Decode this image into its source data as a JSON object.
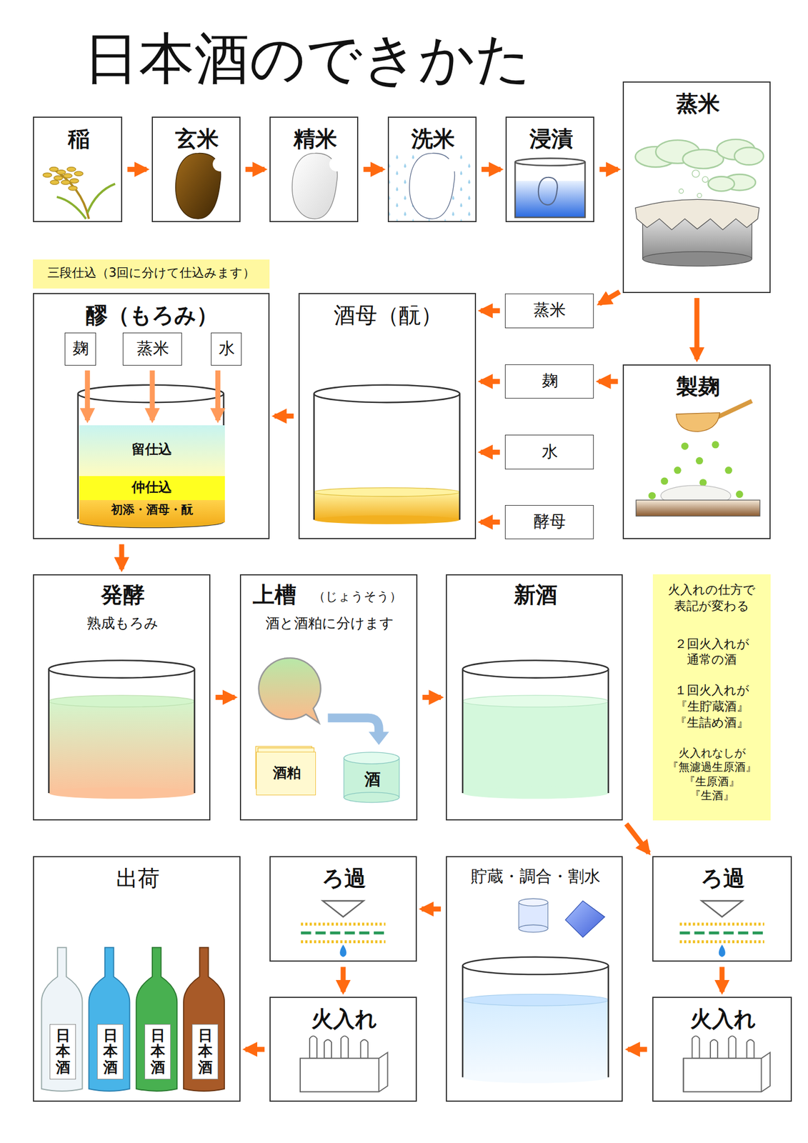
{
  "diagram": {
    "title": "日本酒のできかた",
    "nodes": [
      {
        "text": [
          "稲"
        ]
      },
      {
        "text": [
          "玄米"
        ]
      },
      {
        "text": [
          "精米"
        ]
      },
      {
        "text": [
          "洗米"
        ]
      },
      {
        "text": [
          "浸漬"
        ]
      },
      {
        "text": [
          "蒸米"
        ]
      },
      {
        "text": [
          "三段仕込（3回に分けて仕込みます）"
        ]
      },
      {
        "text": [
          "醪（もろみ）"
        ]
      },
      {
        "text": [
          "麹"
        ],
        "in": 7
      },
      {
        "text": [
          "蒸米"
        ],
        "in": 7
      },
      {
        "text": [
          "水"
        ],
        "in": 7
      },
      {
        "text": [
          "留仕込"
        ],
        "in": 7
      },
      {
        "text": [
          "仲仕込"
        ],
        "in": 7
      },
      {
        "text": [
          "初添・酒母・酛"
        ],
        "in": 7
      },
      {
        "text": [
          "酒母（酛）"
        ]
      },
      {
        "text": [
          "蒸米"
        ]
      },
      {
        "text": [
          "麹"
        ]
      },
      {
        "text": [
          "水"
        ]
      },
      {
        "text": [
          "酵母"
        ]
      },
      {
        "text": [
          "製麹"
        ]
      },
      {
        "text": [
          "発酵",
          "熟成もろみ"
        ]
      },
      {
        "text": [
          "上槽",
          "（じょうそう）",
          "酒と酒粕に分けます"
        ]
      },
      {
        "text": [
          "酒粕"
        ],
        "in": 21
      },
      {
        "text": [
          "酒"
        ],
        "in": 21
      },
      {
        "text": [
          "新酒"
        ]
      },
      {
        "text": [
          "火入れの仕方で 表記が変わる",
          "２回火入れが 通常の酒",
          "１回火入れが 『生貯蔵酒』 『生詰め酒』",
          "火入れなしが 『無濾過生原酒』 『生原酒』 『生酒』"
        ]
      },
      {
        "text": [
          "出荷"
        ]
      },
      {
        "text": [
          "日本酒"
        ],
        "in": 26
      },
      {
        "text": [
          "日本酒"
        ],
        "in": 26
      },
      {
        "text": [
          "日本酒"
        ],
        "in": 26
      },
      {
        "text": [
          "日本酒"
        ],
        "in": 26
      },
      {
        "text": [
          "ろ過"
        ]
      },
      {
        "text": [
          "火入れ"
        ]
      },
      {
        "text": [
          "貯蔵・調合・割水"
        ]
      },
      {
        "text": [
          "ろ過"
        ]
      },
      {
        "text": [
          "火入れ"
        ]
      }
    ],
    "edges": [
      {
        "from": 0,
        "to": 1,
        "arrow": "to"
      },
      {
        "from": 1,
        "to": 2,
        "arrow": "to"
      },
      {
        "from": 2,
        "to": 3,
        "arrow": "to"
      },
      {
        "from": 3,
        "to": 4,
        "arrow": "to"
      },
      {
        "from": 4,
        "to": 5,
        "arrow": "to"
      },
      {
        "from": 5,
        "to": 15,
        "arrow": "to"
      },
      {
        "from": 5,
        "to": 19,
        "arrow": "to"
      },
      {
        "from": 19,
        "to": 16,
        "arrow": "to"
      },
      {
        "from": 15,
        "to": 14,
        "arrow": "to"
      },
      {
        "from": 16,
        "to": 14,
        "arrow": "to"
      },
      {
        "from": 17,
        "to": 14,
        "arrow": "to"
      },
      {
        "from": 18,
        "to": 14,
        "arrow": "to"
      },
      {
        "from": 14,
        "to": 7,
        "arrow": "to"
      },
      {
        "from": 8,
        "to": 11,
        "arrow": "to"
      },
      {
        "from": 9,
        "to": 11,
        "arrow": "to"
      },
      {
        "from": 10,
        "to": 11,
        "arrow": "to"
      },
      {
        "from": 7,
        "to": 20,
        "arrow": "to"
      },
      {
        "from": 20,
        "to": 21,
        "arrow": "to"
      },
      {
        "from": 21,
        "to": 24,
        "arrow": "to"
      },
      {
        "from": 24,
        "to": 34,
        "arrow": "to"
      },
      {
        "from": 34,
        "to": 35,
        "arrow": "to"
      },
      {
        "from": 35,
        "to": 33,
        "arrow": "to"
      },
      {
        "from": 33,
        "to": 31,
        "arrow": "to"
      },
      {
        "from": 31,
        "to": 32,
        "arrow": "to"
      },
      {
        "from": 32,
        "to": 26,
        "arrow": "to"
      }
    ]
  }
}
